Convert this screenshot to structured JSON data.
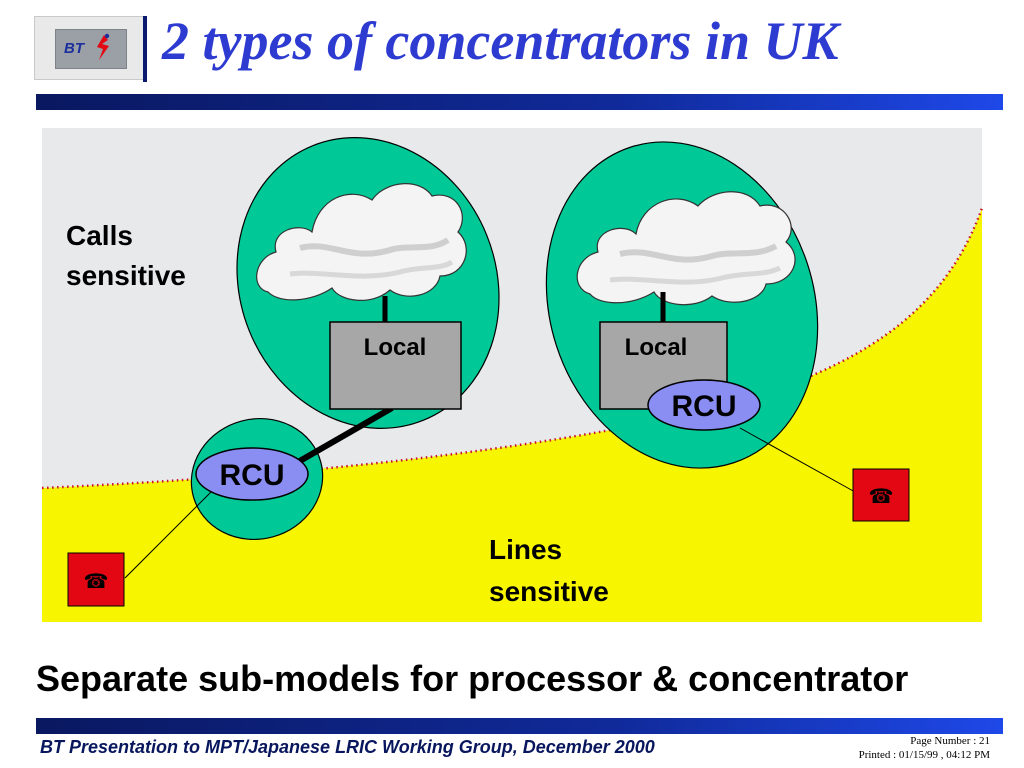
{
  "slide": {
    "title": "2 types of concentrators in UK",
    "subtitle": "Separate sub-models for processor & concentrator"
  },
  "logo": {
    "text": "BT",
    "icon": "bt-piper-logo-icon"
  },
  "diagram": {
    "region_calls": {
      "label_line1": "Calls",
      "label_line2": "sensitive"
    },
    "region_lines": {
      "label_line1": "Lines",
      "label_line2": "sensitive"
    },
    "left_cluster": {
      "exchange_label": "Local",
      "rcu_label": "RCU",
      "phone_icon": "telephone-icon"
    },
    "right_cluster": {
      "exchange_label": "Local",
      "rcu_label": "RCU",
      "phone_icon": "telephone-icon"
    }
  },
  "footer": {
    "text": "BT Presentation to MPT/Japanese LRIC Working Group, December 2000",
    "page_number": "Page Number : 21",
    "printed": "Printed : 01/15/99 , 04:12 PM"
  },
  "colors": {
    "title": "#2e3bd1",
    "calls_region": "#e8e9eb",
    "lines_region": "#f7f600",
    "ellipse_fill": "#00c896",
    "rcu_fill": "#8a8ef3",
    "exchange_fill": "#a7a7a7",
    "phone_fill": "#e30613",
    "boundary": "#c8102e"
  }
}
